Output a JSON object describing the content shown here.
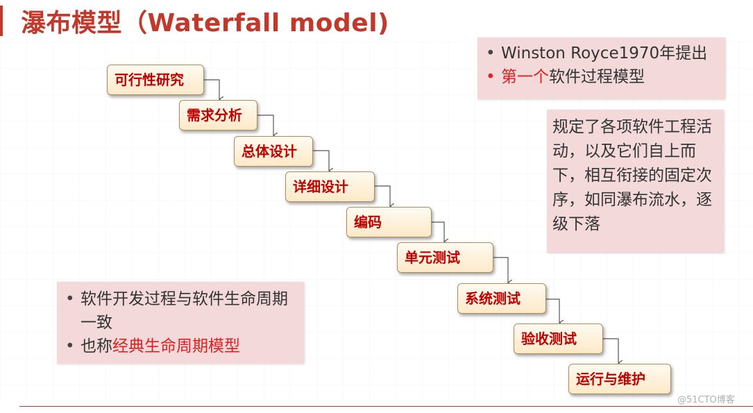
{
  "title": "瀑布模型（Waterfall model)",
  "steps": [
    "可行性研究",
    "需求分析",
    "总体设计",
    "详细设计",
    "编码",
    "单元测试",
    "系统测试",
    "验收测试",
    "运行与维护"
  ],
  "info_box": {
    "line1": "Winston Royce1970年提出",
    "line2_red": "第一个",
    "line2_rest": "软件过程模型"
  },
  "desc_box": {
    "text": "规定了各项软件工程活动，以及它们自上而下，相互衔接的固定次序，如同瀑布流水，逐级下落"
  },
  "left_box": {
    "item1": "软件开发过程与软件生命周期一致",
    "item2_prefix": "也称",
    "item2_red": "经典生命周期模型"
  },
  "watermark": "@51CTO博客",
  "colors": {
    "accent": "#c0392b",
    "step_text": "#c00000",
    "box_fill": "#f3d9d9",
    "highlight_red": "#e02020"
  }
}
